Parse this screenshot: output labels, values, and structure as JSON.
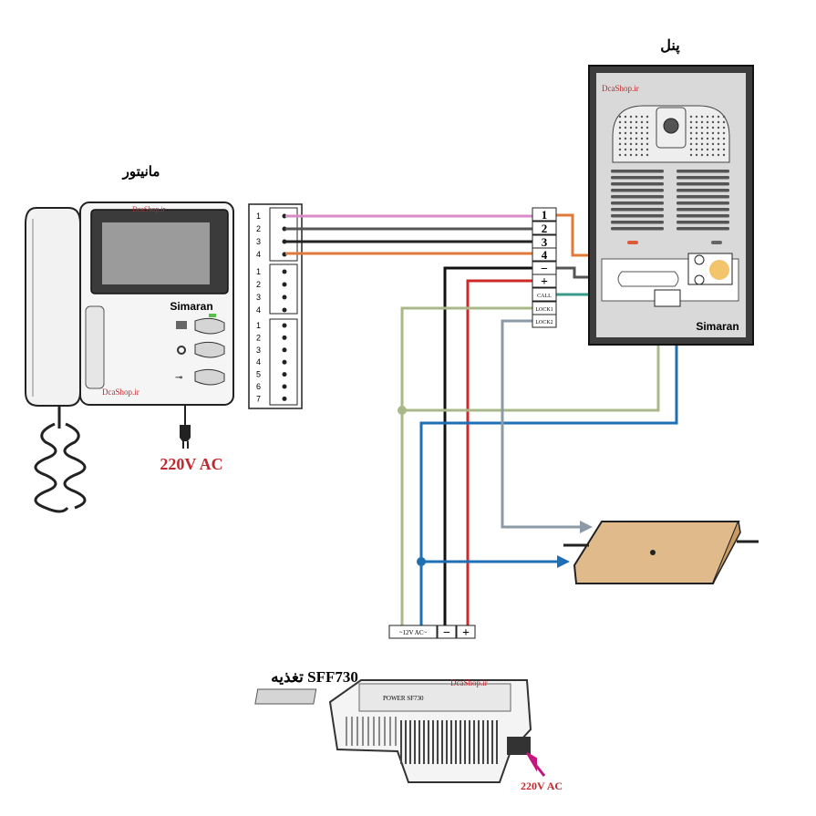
{
  "labels": {
    "panel_title": "پنل",
    "monitor_title": "مانیتور",
    "power_title": "تغذیه SFF730",
    "monitor_power": "220V AC",
    "supply_power": "220V AC",
    "brand_monitor": "Simaran",
    "brand_panel": "Simaran",
    "watermark_panel": "DcaShop.ir",
    "watermark_monitor": "DcaShop.ir",
    "watermark_supply": "DcaShop.ir",
    "supply_label": "POWER SF730"
  },
  "monitor_terminal": {
    "group1": [
      "1",
      "2",
      "3",
      "4"
    ],
    "group2": [
      "1",
      "2",
      "3",
      "4"
    ],
    "group3": [
      "1",
      "2",
      "3",
      "4",
      "5",
      "6",
      "7"
    ]
  },
  "panel_terminal": [
    "1",
    "2",
    "3",
    "4",
    "−",
    "+",
    "CALL",
    "LOCK1",
    "LOCK2"
  ],
  "supply_terminal": [
    "~12V AC~",
    "−",
    "+"
  ],
  "colors": {
    "wire1": "#d98bc8",
    "wire2": "#555555",
    "wire3": "#222222",
    "wire4": "#e07a3a",
    "wire_neg": "#111111",
    "wire_pos": "#cc2a2a",
    "wire_call": "#3a9a8a",
    "wire_ac": "#a9b889",
    "wire_blue": "#1f6fb5",
    "wire_lock": "#8b9aa6",
    "accent_red": "#c0282e"
  }
}
